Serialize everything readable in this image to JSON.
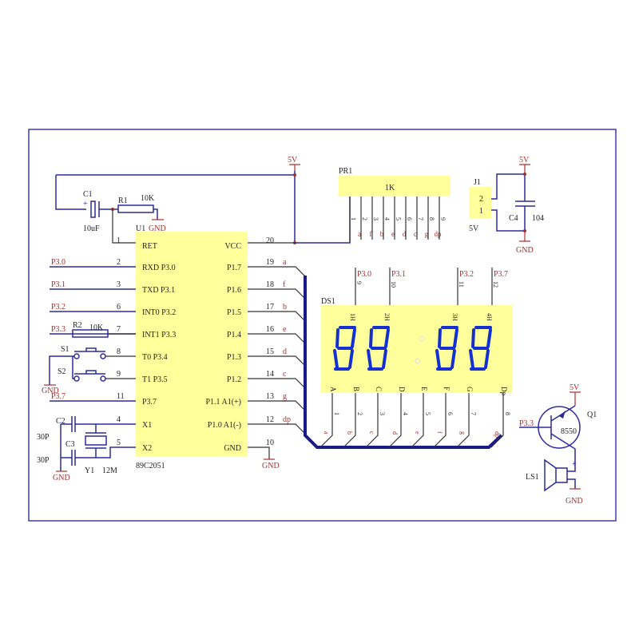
{
  "u1": {
    "ref": "U1",
    "part": "89C2051",
    "left_pins": [
      {
        "num": "1",
        "name": "RET",
        "net": ""
      },
      {
        "num": "2",
        "name": "RXD P3.0",
        "net": "P3.0"
      },
      {
        "num": "3",
        "name": "TXD P3.1",
        "net": "P3.1"
      },
      {
        "num": "6",
        "name": "INT0 P3.2",
        "net": "P3.2"
      },
      {
        "num": "7",
        "name": "INT1 P3.3",
        "net": "P3.3"
      },
      {
        "num": "8",
        "name": "T0 P3.4",
        "net": ""
      },
      {
        "num": "9",
        "name": "T1 P3.5",
        "net": ""
      },
      {
        "num": "11",
        "name": "P3.7",
        "net": "P3.7"
      },
      {
        "num": "4",
        "name": "X1",
        "net": ""
      },
      {
        "num": "5",
        "name": "X2",
        "net": ""
      }
    ],
    "right_pins": [
      {
        "num": "20",
        "name": "VCC",
        "net": ""
      },
      {
        "num": "19",
        "name": "P1.7",
        "net": "a"
      },
      {
        "num": "18",
        "name": "P1.6",
        "net": "f"
      },
      {
        "num": "17",
        "name": "P1.5",
        "net": "b"
      },
      {
        "num": "16",
        "name": "P1.4",
        "net": "e"
      },
      {
        "num": "15",
        "name": "P1.3",
        "net": "d"
      },
      {
        "num": "14",
        "name": "P1.2",
        "net": "c"
      },
      {
        "num": "13",
        "name": "P1.1 A1(+)",
        "net": "g"
      },
      {
        "num": "12",
        "name": "P1.0 A1(-)",
        "net": "dp"
      },
      {
        "num": "10",
        "name": "GND",
        "net": ""
      }
    ]
  },
  "power": {
    "vcc": "5V",
    "gnd": "GND"
  },
  "c1": {
    "ref": "C1",
    "value": "10uF",
    "plus": "+"
  },
  "r1": {
    "ref": "R1",
    "value": "10K"
  },
  "r2": {
    "ref": "R2",
    "value": "10K"
  },
  "s1": "S1",
  "s2": "S2",
  "c2": {
    "ref": "C2",
    "value": "30P"
  },
  "c3": {
    "ref": "C3",
    "value": "30P"
  },
  "y1": {
    "ref": "Y1",
    "value": "12M"
  },
  "pr1": {
    "ref": "PR1",
    "value": "1K",
    "pins": [
      "1",
      "2",
      "3",
      "4",
      "5",
      "6",
      "7",
      "8",
      "9"
    ],
    "nets": [
      "a",
      "f",
      "b",
      "e",
      "d",
      "c",
      "g",
      "dp"
    ]
  },
  "j1": {
    "ref": "J1",
    "pins": [
      "2",
      "1"
    ],
    "label": "5V"
  },
  "c4": {
    "ref": "C4",
    "value": "104"
  },
  "ds1": {
    "ref": "DS1",
    "top_pins": [
      {
        "num": "9",
        "net": "P3.0",
        "label": "1H"
      },
      {
        "num": "10",
        "net": "P3.1",
        "label": "2H"
      },
      {
        "num": "11",
        "net": "P3.2",
        "label": "3H"
      },
      {
        "num": "12",
        "net": "P3.7",
        "label": "4H"
      }
    ],
    "bottom_pins": [
      {
        "num": "1",
        "label": "A",
        "net": "a"
      },
      {
        "num": "2",
        "label": "B",
        "net": "b"
      },
      {
        "num": "3",
        "label": "C",
        "net": "c"
      },
      {
        "num": "4",
        "label": "D",
        "net": "d"
      },
      {
        "num": "5",
        "label": "E",
        "net": "e"
      },
      {
        "num": "6",
        "label": "F",
        "net": "f"
      },
      {
        "num": "7",
        "label": "G",
        "net": "g"
      },
      {
        "num": "8",
        "label": "Dp",
        "net": "dp"
      }
    ]
  },
  "q1": {
    "ref": "Q1",
    "value": "8550",
    "net": "P3.3"
  },
  "ls1": {
    "ref": "LS1",
    "plus": "+"
  }
}
